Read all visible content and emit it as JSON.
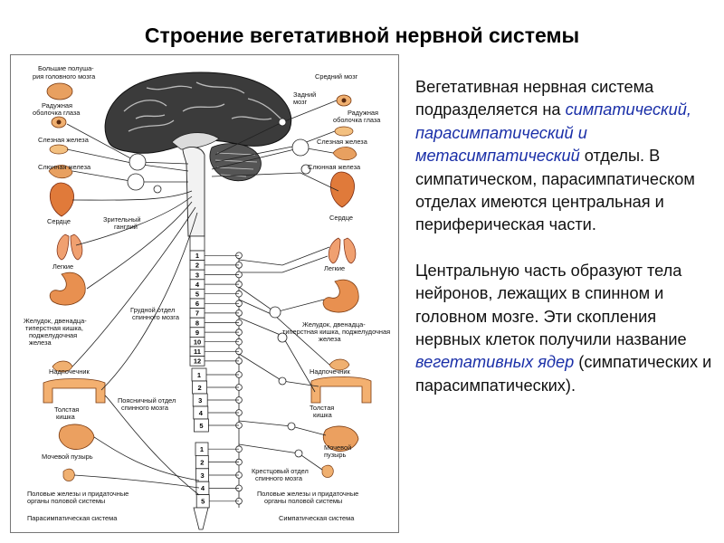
{
  "title": "Строение вегетативной нервной системы",
  "diagram": {
    "labels": {
      "brain_hemispheres_1": "Большие полуша-",
      "brain_hemispheres_2": "рия головного мозга",
      "iris_left_1": "Радужная",
      "iris_left_2": "оболочка глаза",
      "lacrimal_left": "Слезная железа",
      "salivary_left": "Слюнная железа",
      "heart_left": "Сердце",
      "ciliary_ganglion_1": "Зрительный",
      "ciliary_ganglion_2": "ганглий",
      "lungs_left": "Легкие",
      "thoracic_1": "Грудной отдел",
      "thoracic_2": "спинного мозга",
      "stomach_left_1": "Желудок, двенадца-",
      "stomach_left_2": "типерстная кишка,",
      "stomach_left_3": "поджелудочная",
      "stomach_left_4": "железа",
      "adrenal_left": "Надпочечник",
      "lumbar_1": "Поясничный отдел",
      "lumbar_2": "спинного мозга",
      "colon_left_1": "Толстая",
      "colon_left_2": "кишка",
      "bladder_left": "Мочевой пузырь",
      "gonads_left_1": "Половые железы и придаточные",
      "gonads_left_2": "органы половой системы",
      "parasympathetic": "Парасимпатическая система",
      "midbrain": "Средний мозг",
      "hindbrain_1": "Задний",
      "hindbrain_2": "мозг",
      "iris_right_1": "Радужная",
      "iris_right_2": "оболочка глаза",
      "lacrimal_right": "Слезная железа",
      "salivary_right": "Слюнная железа",
      "heart_right": "Сердце",
      "lungs_right": "Легкие",
      "stomach_right_1": "Желудок, двенадца-",
      "stomach_right_2": "типерстная кишка, поджелудочная",
      "stomach_right_3": "железа",
      "adrenal_right": "Надпочечник",
      "colon_right_1": "Толстая",
      "colon_right_2": "кишка",
      "bladder_right_1": "Мочевой",
      "bladder_right_2": "пузырь",
      "sacral_1": "Крестцовый отдел",
      "sacral_2": "спинного мозга",
      "gonads_right_1": "Половые железы и придаточные",
      "gonads_right_2": "органы половой системы",
      "sympathetic": "Симпатическая система"
    },
    "thoracic_numbers": [
      "1",
      "2",
      "3",
      "4",
      "5",
      "6",
      "7",
      "8",
      "9",
      "10",
      "11",
      "12"
    ],
    "lumbar_numbers": [
      "1",
      "2",
      "3",
      "4",
      "5"
    ],
    "sacral_numbers": [
      "1",
      "2",
      "3",
      "4",
      "5"
    ]
  },
  "text": {
    "p1_part1": "Вегетативная нервная система подразделяется на ",
    "p1_term1": "симпатический,",
    "p1_term2": "парасимпатический",
    "p1_mid": " и ",
    "p1_term3": "метасимпатический",
    "p1_part2": " отделы. В симпатическом, парасимпатическом отделах имеются центральная и периферическая части.",
    "p2_part1": "Центральную часть образуют тела нейронов, лежащих в спинном и головном мозге. Эти скопления нервных клеток получили название ",
    "p2_term": "вегетативных ядер",
    "p2_part2": " (симпатических и парасимпатических)."
  }
}
